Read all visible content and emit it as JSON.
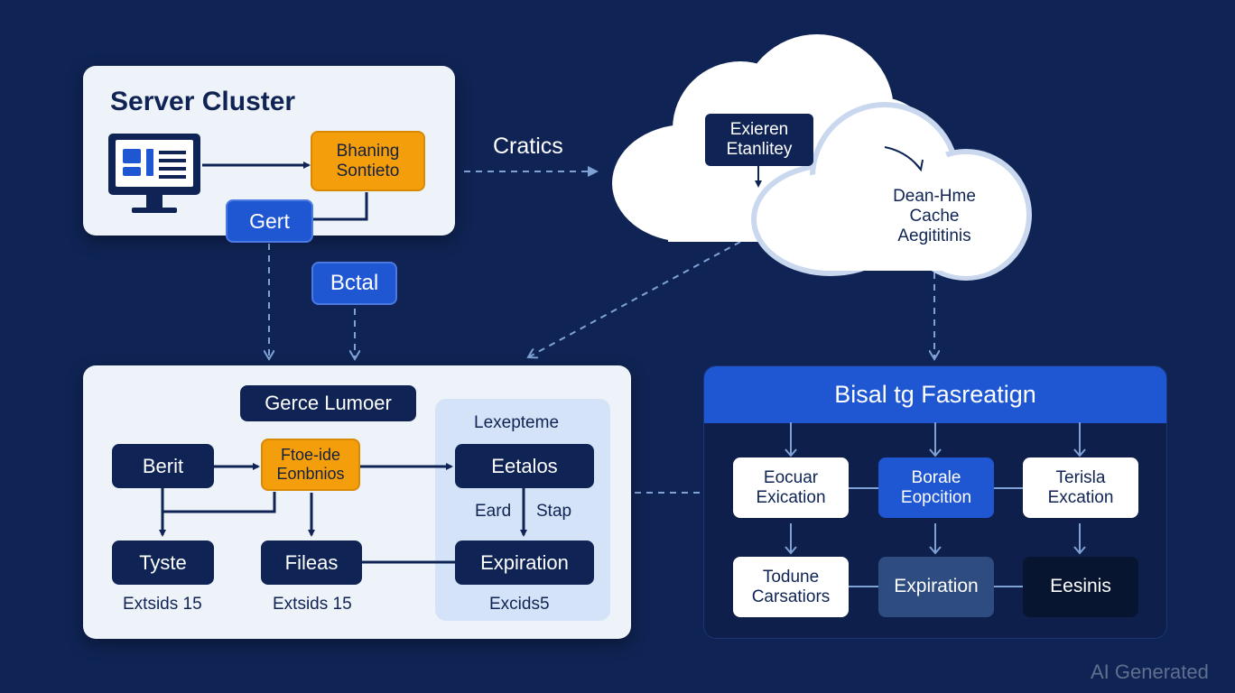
{
  "diagram": {
    "server_cluster": {
      "title": "Server Cluster",
      "balancing_box": "Bhaning\nSontieto",
      "gert_button": "Gert"
    },
    "cratics_label": "Cratics",
    "bctal_button": "Bctal",
    "cloud": {
      "exteren_box": "Exieren\nEtanlitey",
      "cache_text": "Dean-Hme\nCache\nAegititinis"
    },
    "lumoer_panel": {
      "title": "Gerce Lumoer",
      "berit": "Berit",
      "flow_box": "Ftoe-ide\nEonbnios",
      "tyste": "Tyste",
      "fileas": "Fileas",
      "caption_left": "Extsids 15",
      "caption_mid": "Extsids 15",
      "sub_panel": {
        "title": "Lexepteme",
        "etalos": "Eetalos",
        "eard": "Eard",
        "stap": "Stap",
        "expiration": "Expiration",
        "caption": "Excids5"
      }
    },
    "fasreation_panel": {
      "header": "Bisal tg Fasreatign",
      "row1": [
        "Eocuar\nExication",
        "Borale\nEopcition",
        "Terisla\nExcation"
      ],
      "row2": [
        "Todune\nCarsatiors",
        "Expiration",
        "Eesinis"
      ]
    },
    "watermark": "AI Generated"
  },
  "colors": {
    "background": "#0f2454",
    "dark_box": "#0f2454",
    "accent_orange": "#f59e0b",
    "accent_blue": "#1f56d2",
    "panel_light": "#eef2f9",
    "sub_panel": "#d4e3f7"
  }
}
